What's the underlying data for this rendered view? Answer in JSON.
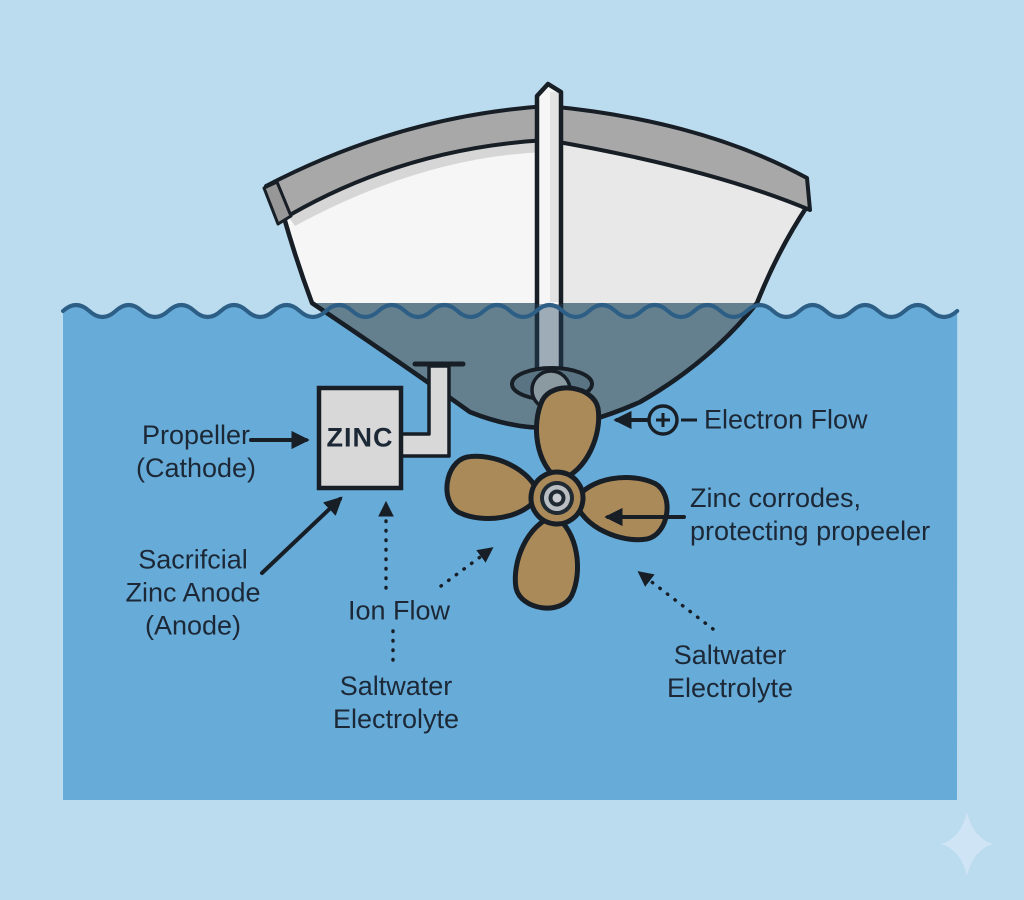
{
  "title": "Sacrificial zinc anode boat corrosion protection diagram",
  "scene": {
    "labels": {
      "propeller_cathode": {
        "lines": [
          "Propeller",
          "(Cathode)"
        ]
      },
      "sacrificial_anode": {
        "lines": [
          "Sacrifcial",
          "Zinc Anode",
          "(Anode)"
        ]
      },
      "ion_flow": "Ion Flow",
      "saltwater_left": {
        "lines": [
          "Saltwater",
          "Electrolyte"
        ]
      },
      "saltwater_right": {
        "lines": [
          "Saltwater",
          "Electrolyte"
        ]
      },
      "zinc_corrodes": {
        "lines": [
          "Zinc corrodes,",
          "protecting propeeler"
        ]
      },
      "electron_flow": "Electron Flow",
      "zinc_box": "ZINC"
    },
    "icons": {
      "plus-circle-icon": "⊕",
      "minus-dash-icon": "–",
      "sparkle-icon": "✦",
      "arrowhead-icon": "➤"
    }
  },
  "colors": {
    "background": "#bbdbef",
    "water": "#67abd8",
    "waveLine": "#2d5f86",
    "underwaterHull": "#64808f",
    "hull": "#f6f6f6",
    "hullShade": "#e3e3e3",
    "gunwale": "#a8a8a8",
    "gunwaleLight": "#d6d6d6",
    "metal": "#d8d8d8",
    "propeller": "#ab8a5a",
    "outline": "#171e26",
    "text": "#1c2836",
    "sparkle": "#cfe4f4"
  }
}
